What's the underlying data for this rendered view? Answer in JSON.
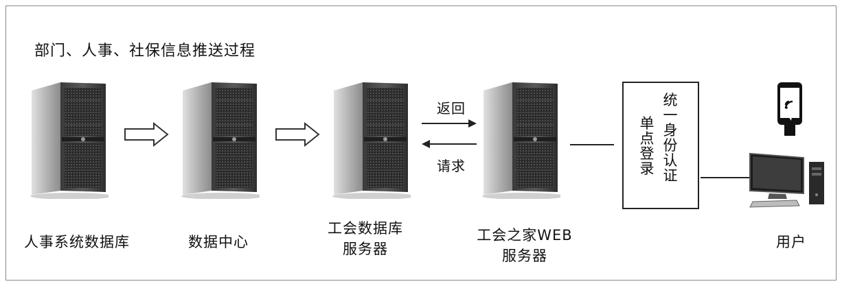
{
  "title": "部门、人事、社保信息推送过程",
  "servers": [
    {
      "id": "hr-db",
      "caption_lines": [
        "人事系统数据库"
      ]
    },
    {
      "id": "data-center",
      "caption_lines": [
        "数据中心"
      ]
    },
    {
      "id": "union-db",
      "caption_lines": [
        "工会数据库",
        "服务器"
      ]
    },
    {
      "id": "union-web",
      "caption_lines": [
        "工会之家WEB",
        "服务器"
      ]
    }
  ],
  "flow_labels": {
    "return": "返回",
    "request": "请求"
  },
  "sso": {
    "left_column": "单点登录",
    "right_column": "统一身份认证"
  },
  "user": {
    "caption": "用户"
  },
  "icons": {
    "server": "tower-server-icon",
    "phone": "smartphone-icon",
    "computer": "desktop-computer-icon"
  }
}
